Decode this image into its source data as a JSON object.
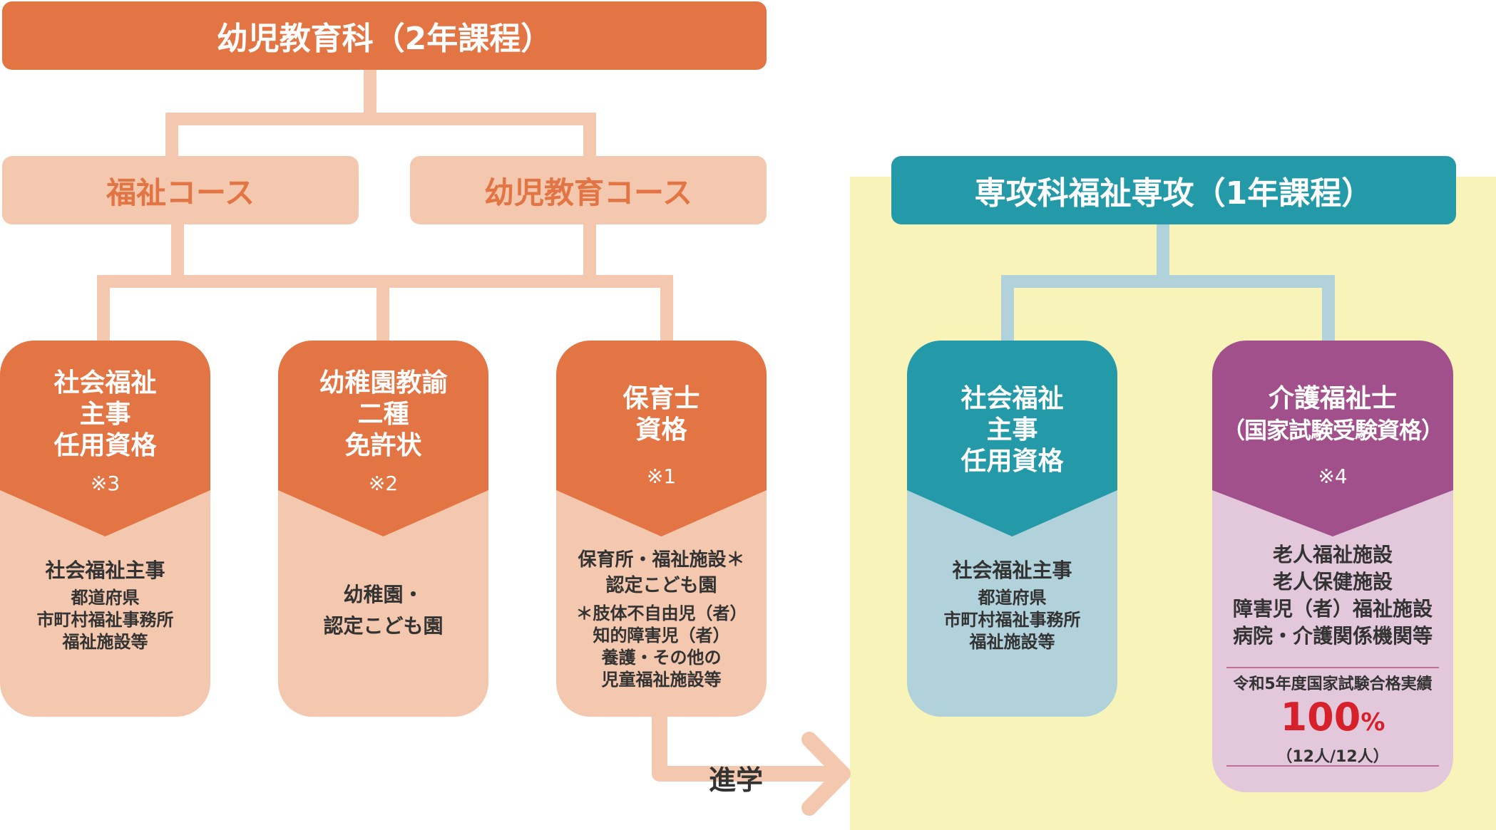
{
  "colors": {
    "orange": "#e37544",
    "orange_light": "#f4c8ae",
    "teal": "#2499a8",
    "teal_light": "#b1d2da",
    "purple": "#a2508b",
    "purple_light": "#e3c8dc",
    "yellow_panel": "#f8f3b8",
    "red_figure": "#d6202a"
  },
  "top": {
    "title": "幼児教育科（2年課程）",
    "course_welfare": "福祉コース",
    "course_early": "幼児教育コース"
  },
  "right": {
    "title": "専攻科福祉専攻（1年課程）"
  },
  "cards": [
    {
      "title_lines": [
        "社会福祉",
        "主事",
        "任用資格"
      ],
      "note": "※3",
      "body_main": [
        "社会福祉主事"
      ],
      "body_sub": [
        "都道府県",
        "市町村福祉事務所",
        "福祉施設等"
      ]
    },
    {
      "title_lines": [
        "幼稚園教諭",
        "二種",
        "免許状"
      ],
      "note": "※2",
      "body_main": [
        "幼稚園・",
        "認定こども園"
      ],
      "body_sub": []
    },
    {
      "title_lines": [
        "保育士",
        "資格"
      ],
      "note": "※1",
      "body_main": [
        "保育所・福祉施設＊",
        "認定こども園"
      ],
      "body_sub": [
        "＊肢体不自由児（者）",
        "知的障害児（者）",
        "養護・その他の",
        "児童福祉施設等"
      ]
    },
    {
      "title_lines": [
        "社会福祉",
        "主事",
        "任用資格"
      ],
      "note": "",
      "body_main": [
        "社会福祉主事"
      ],
      "body_sub": [
        "都道府県",
        "市町村福祉事務所",
        "福祉施設等"
      ]
    },
    {
      "title_lines": [
        "介護福祉士",
        "（国家試験受験資格）"
      ],
      "note": "※4",
      "body_main": [
        "老人福祉施設",
        "老人保健施設",
        "障害児（者）福祉施設",
        "病院・介護関係機関等"
      ],
      "body_sub": []
    }
  ],
  "exam": {
    "label": "令和5年度国家試験合格実績",
    "rate_value": "100",
    "rate_unit": "%",
    "detail": "（12人/12人）"
  },
  "arrow": {
    "label": "進学"
  }
}
